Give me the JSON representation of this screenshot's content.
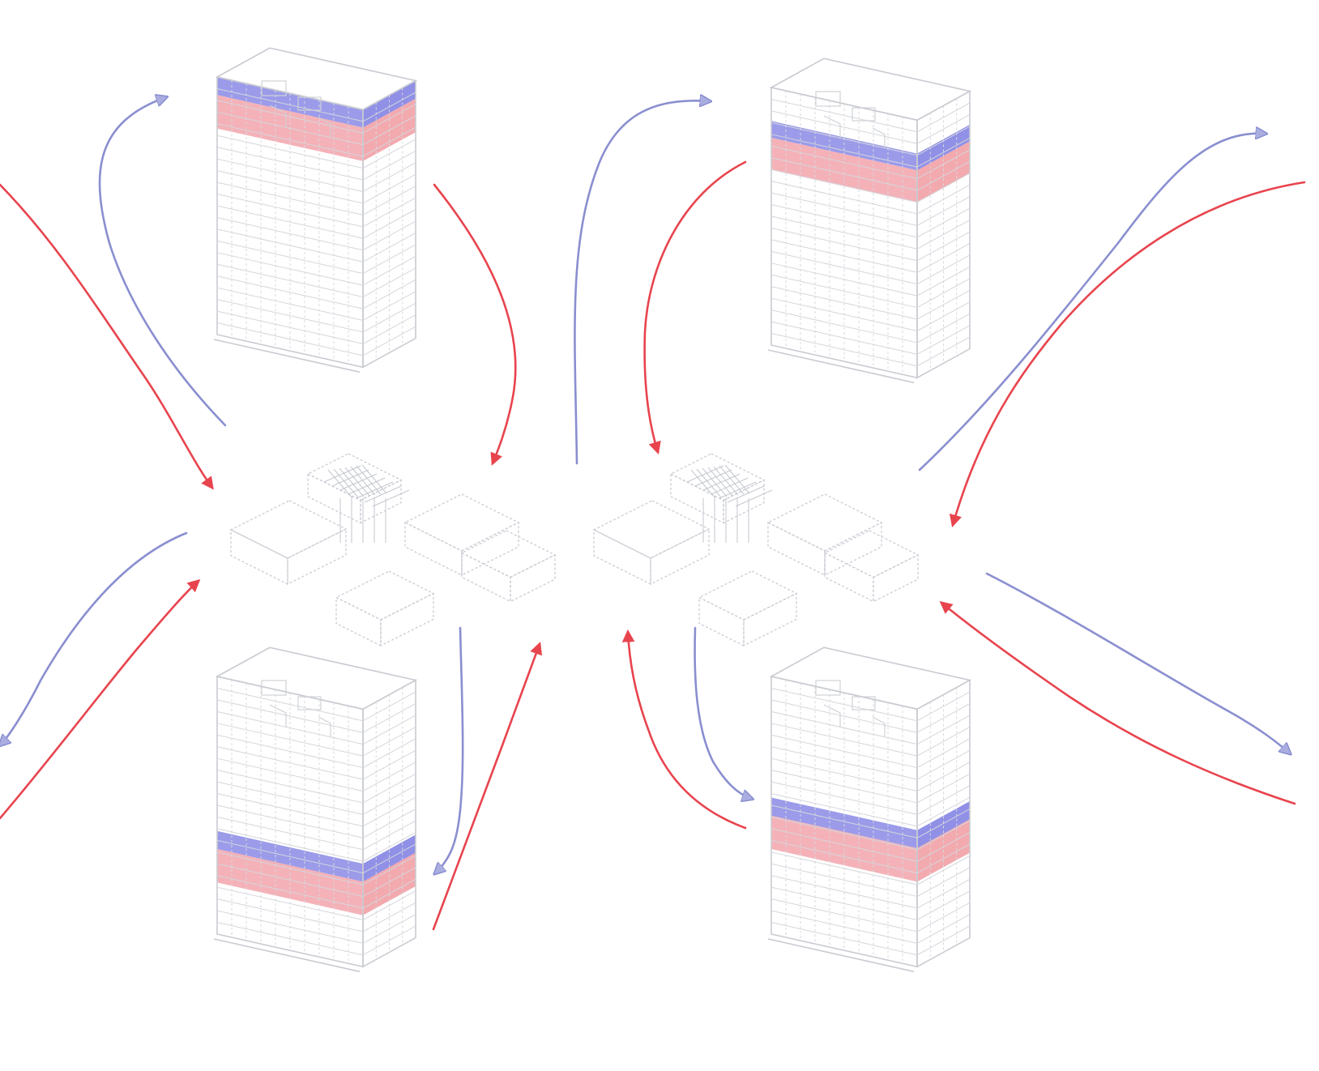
{
  "diagram": {
    "colors": {
      "background": "#ffffff",
      "tower_line": "#c9cbd1",
      "band_blue": "#8a8ae6",
      "band_red": "#f2a5ab",
      "arrow_red": "#e8444e",
      "arrow_blue": "#8a8fd0",
      "hub_line": "#c9ccd3"
    },
    "icons": [
      "tower-icon",
      "hub-icon",
      "arrow-icon"
    ],
    "towers": [
      {
        "name": "tower-top-left",
        "band_position": "top"
      },
      {
        "name": "tower-top-right",
        "band_position": "upper-middle"
      },
      {
        "name": "tower-bottom-left",
        "band_position": "lower-middle"
      },
      {
        "name": "tower-bottom-right",
        "band_position": "middle"
      }
    ],
    "hubs": [
      {
        "name": "hub-left"
      },
      {
        "name": "hub-right"
      }
    ],
    "flows": [
      {
        "name": "flow-left-in-red",
        "color": "red",
        "direction": "to-hub-left"
      },
      {
        "name": "flow-left-out-blue",
        "color": "blue",
        "direction": "to-tower-top-left"
      },
      {
        "name": "flow-tl-in-red",
        "color": "red",
        "direction": "to-hub-left"
      },
      {
        "name": "flow-mid-out-blue",
        "color": "blue",
        "direction": "to-tower-top-right"
      },
      {
        "name": "flow-tr-in-red",
        "color": "red",
        "direction": "to-hub-right"
      },
      {
        "name": "flow-right-out-blue",
        "color": "blue",
        "direction": "to-offscreen-right"
      },
      {
        "name": "flow-right-in-red",
        "color": "red",
        "direction": "to-hub-right"
      },
      {
        "name": "flow-bl-out-blue",
        "color": "blue",
        "direction": "to-offscreen-left"
      },
      {
        "name": "flow-bl-in-red",
        "color": "red",
        "direction": "to-hub-left"
      },
      {
        "name": "flow-down-blue",
        "color": "blue",
        "direction": "to-tower-bottom-left"
      },
      {
        "name": "flow-up-red",
        "color": "red",
        "direction": "to-hub-left"
      },
      {
        "name": "flow-br-in-red",
        "color": "red",
        "direction": "to-hub-right"
      },
      {
        "name": "flow-br-out-blue",
        "color": "blue",
        "direction": "to-tower-bottom-right"
      },
      {
        "name": "flow-far-right-out-blue",
        "color": "blue",
        "direction": "to-offscreen-right"
      },
      {
        "name": "flow-far-right-in-red",
        "color": "red",
        "direction": "to-hub-right"
      }
    ]
  }
}
